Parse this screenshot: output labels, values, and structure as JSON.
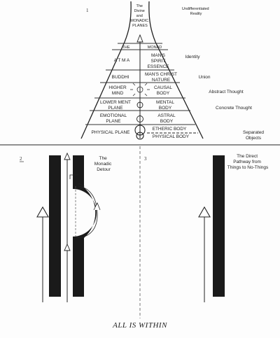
{
  "figures": {
    "fig1": {
      "number": "1",
      "apex_label": [
        "The",
        "Divine",
        "and",
        "MONADIC",
        "PLANES"
      ],
      "top_right_label": [
        "Undifferentiated",
        "Reality"
      ],
      "left_planes": [
        "THE",
        "A T M A",
        "BUDDHI",
        "HIGHER",
        "MIND",
        "LOWER MENT",
        "PLANE",
        "EMOTIONAL",
        "PLANE",
        "PHYSICAL PLANE"
      ],
      "right_bodies": [
        "MONAD",
        "MAN'S",
        "SPIRIT",
        "ESSENCE",
        "MAN'S CHRIST",
        "NATURE",
        "CAUSAL",
        "BODY",
        "MENTAL",
        "BODY",
        "ASTRAL",
        "BODY",
        "ETHERIC BODY",
        "PHYSICAL BODY"
      ],
      "side_labels": [
        "Identity",
        "Union",
        "Abstract Thought",
        "Concrete Thought",
        "Separated",
        "Objects"
      ]
    },
    "fig2": {
      "number": "2",
      "label": [
        "The",
        "Monadic",
        "Detour"
      ]
    },
    "fig3": {
      "number": "3",
      "label": [
        "The Direct",
        "Pathway from",
        "Things to No-Things"
      ]
    }
  },
  "footer": "ALL IS WITHIN"
}
